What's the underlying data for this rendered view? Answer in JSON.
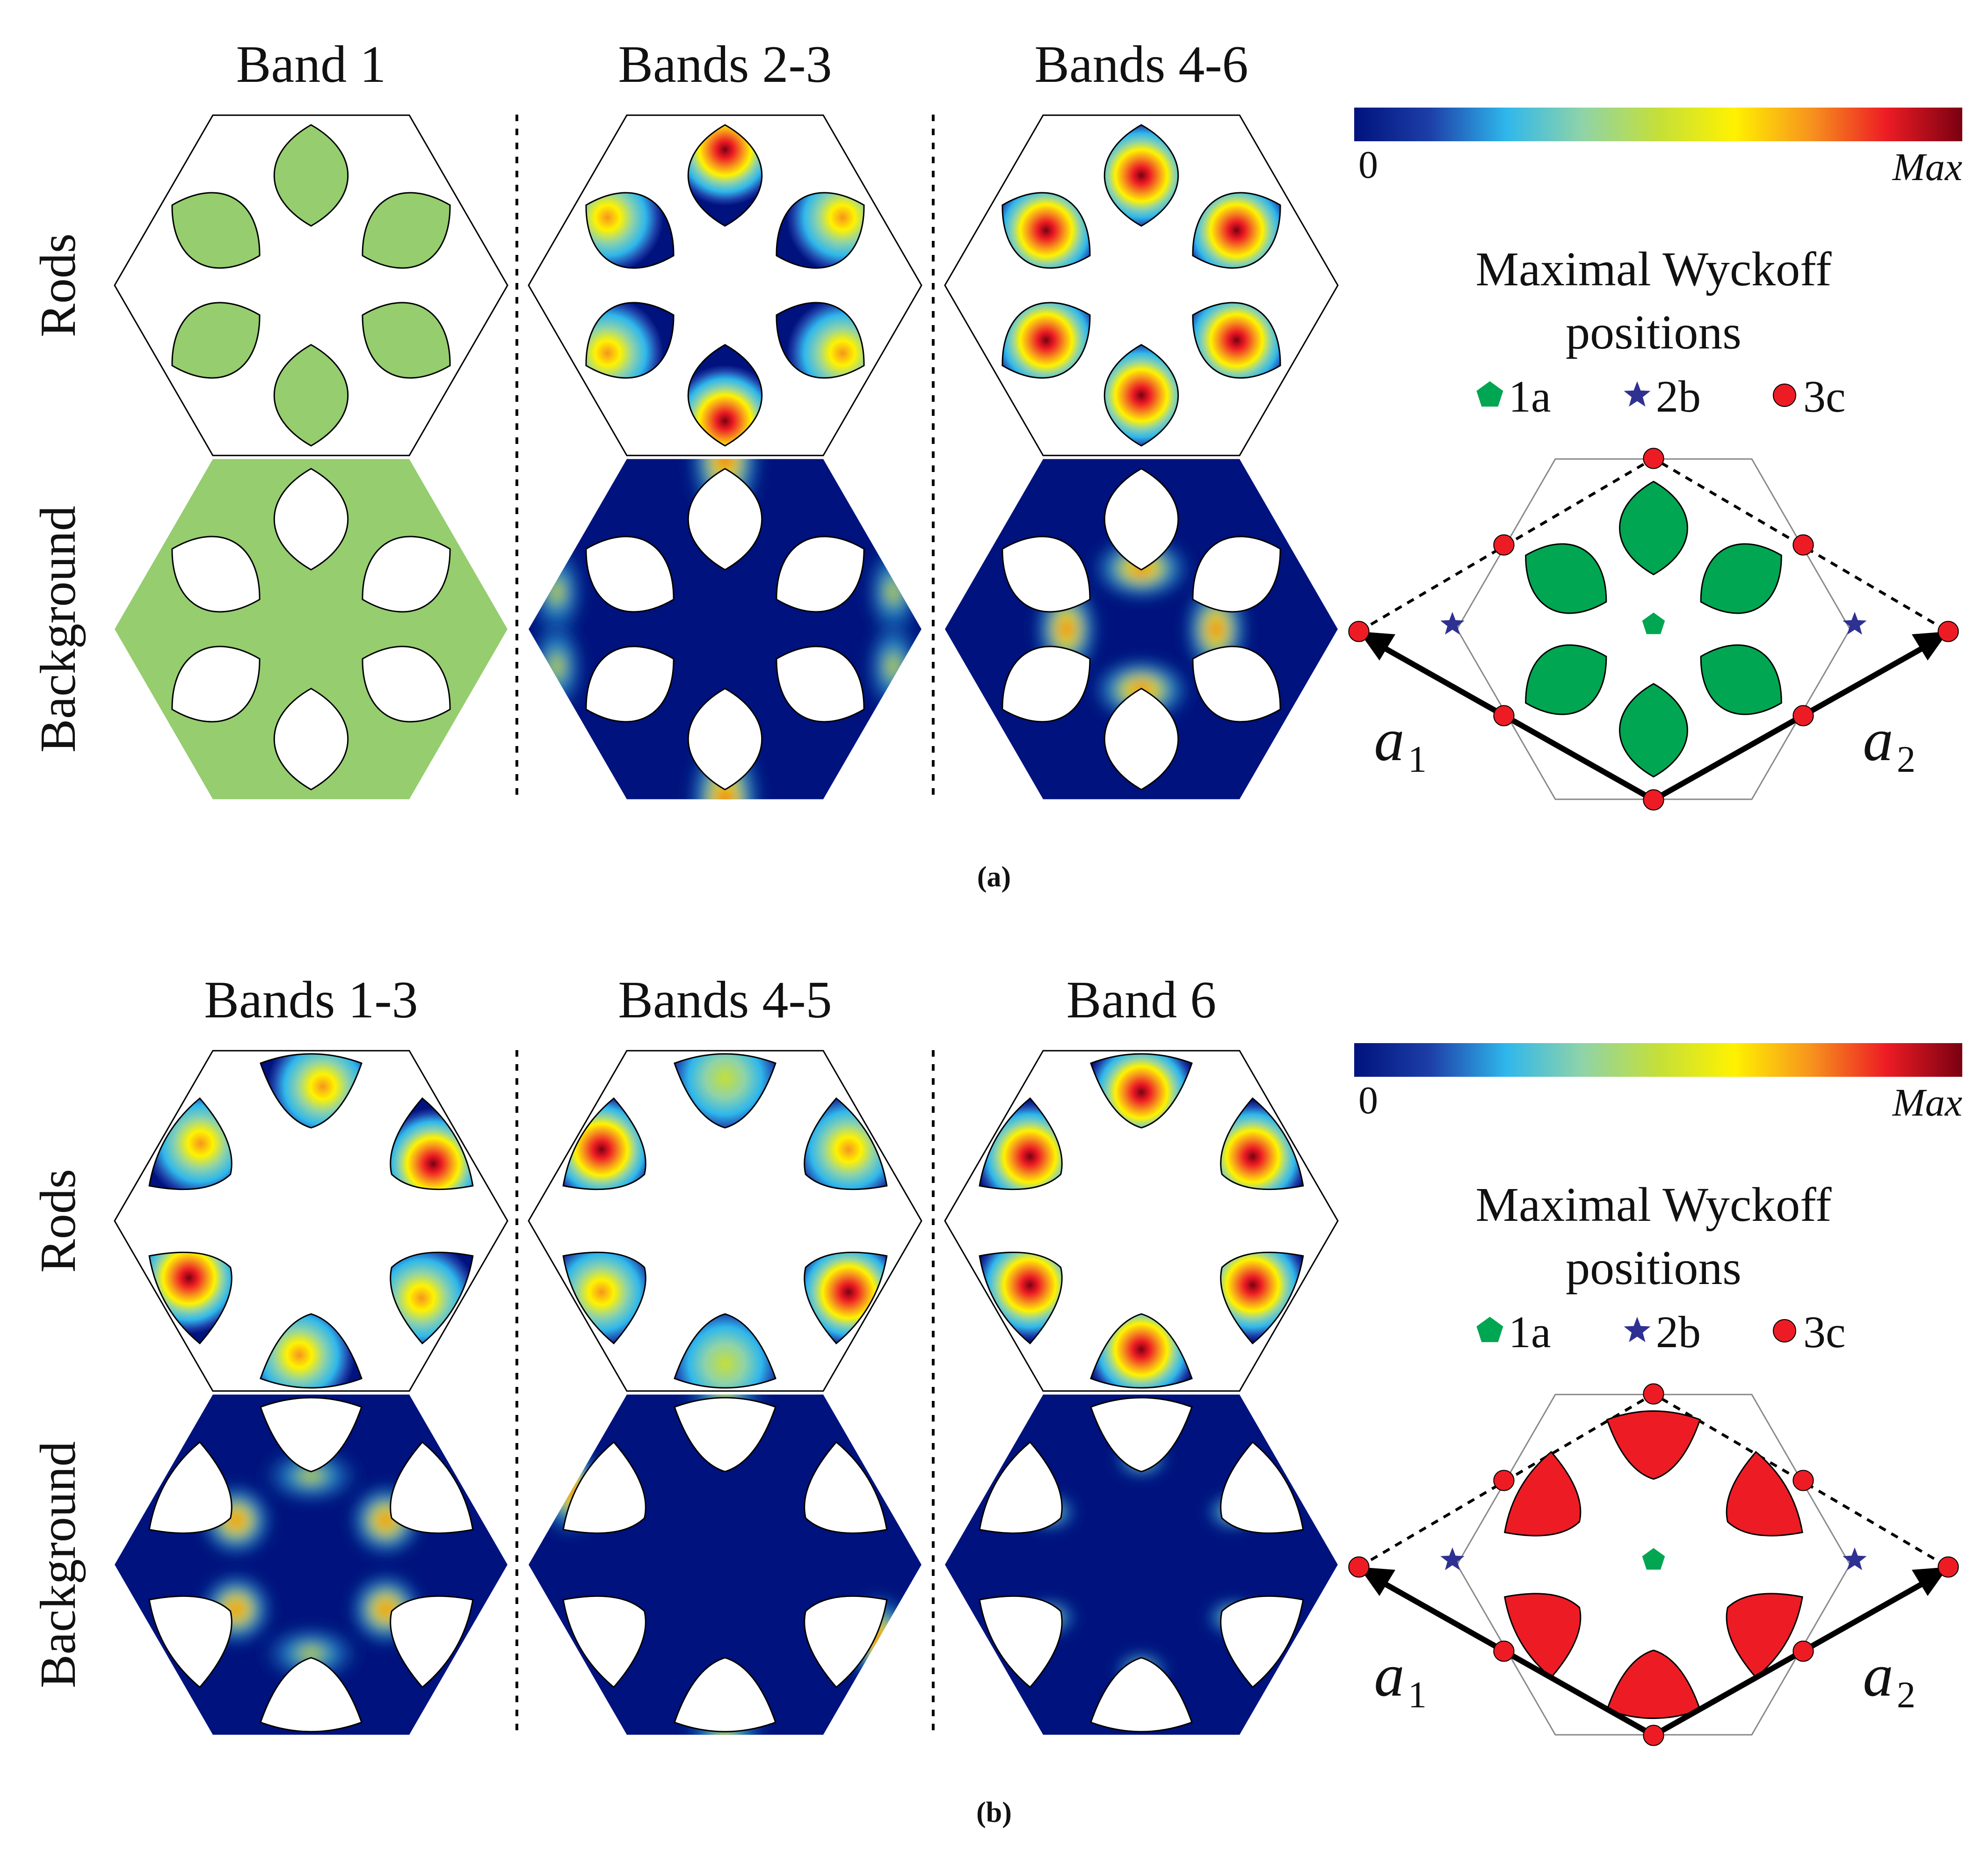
{
  "colors": {
    "rod_green": "#95cd6f",
    "wyckoff_green": "#00a651",
    "wyckoff_red": "#ed1c24",
    "star_blue": "#2e3192",
    "field_low": "#00127d",
    "field_high": "#7a0011",
    "outline": "#000000"
  },
  "colormap_stops": [
    "#00127d",
    "#1d3fa8",
    "#2fb7ec",
    "#8fd3a8",
    "#c4df3a",
    "#fff200",
    "#f7941d",
    "#ed1c24",
    "#7a0011"
  ],
  "panels": [
    {
      "id": "a",
      "caption": "(a)",
      "row_labels": [
        "Rods",
        "Background"
      ],
      "columns": [
        {
          "title": "Band 1",
          "rods_field": "uniform",
          "background_field": "uniform"
        },
        {
          "title": "Bands 2-3",
          "rods_field": "vertical-peaks",
          "background_field": "vertical-strip"
        },
        {
          "title": "Bands 4-6",
          "rods_field": "centered-peaks",
          "background_field": "side-peaks"
        }
      ],
      "colorbar": {
        "min_label": "0",
        "max_label": "Max"
      },
      "wyckoff": {
        "title_line1": "Maximal Wyckoff",
        "title_line2": "positions",
        "legend": [
          {
            "symbol": "pentagon-icon",
            "label": "1a",
            "color": "#00a651"
          },
          {
            "symbol": "star-icon",
            "label": "2b",
            "color": "#2e3192"
          },
          {
            "symbol": "circle-icon",
            "label": "3c",
            "color": "#ed1c24"
          }
        ],
        "rod_color": "#00a651",
        "rod_layout": "petal",
        "a1_base": "a",
        "a1_sub": "1",
        "a2_base": "a",
        "a2_sub": "2"
      }
    },
    {
      "id": "b",
      "caption": "(b)",
      "row_labels": [
        "Rods",
        "Background"
      ],
      "columns": [
        {
          "title": "Bands 1-3",
          "rods_field": "swirl",
          "background_field": "ring"
        },
        {
          "title": "Bands 4-5",
          "rods_field": "outer-peaks",
          "background_field": "diagonal"
        },
        {
          "title": "Band 6",
          "rods_field": "centered-peaks",
          "background_field": "edge-glow"
        }
      ],
      "colorbar": {
        "min_label": "0",
        "max_label": "Max"
      },
      "wyckoff": {
        "title_line1": "Maximal Wyckoff",
        "title_line2": "positions",
        "legend": [
          {
            "symbol": "pentagon-icon",
            "label": "1a",
            "color": "#00a651"
          },
          {
            "symbol": "star-icon",
            "label": "2b",
            "color": "#2e3192"
          },
          {
            "symbol": "circle-icon",
            "label": "3c",
            "color": "#ed1c24"
          }
        ],
        "rod_color": "#ed1c24",
        "rod_layout": "wedge",
        "a1_base": "a",
        "a1_sub": "1",
        "a2_base": "a",
        "a2_sub": "2"
      }
    }
  ]
}
